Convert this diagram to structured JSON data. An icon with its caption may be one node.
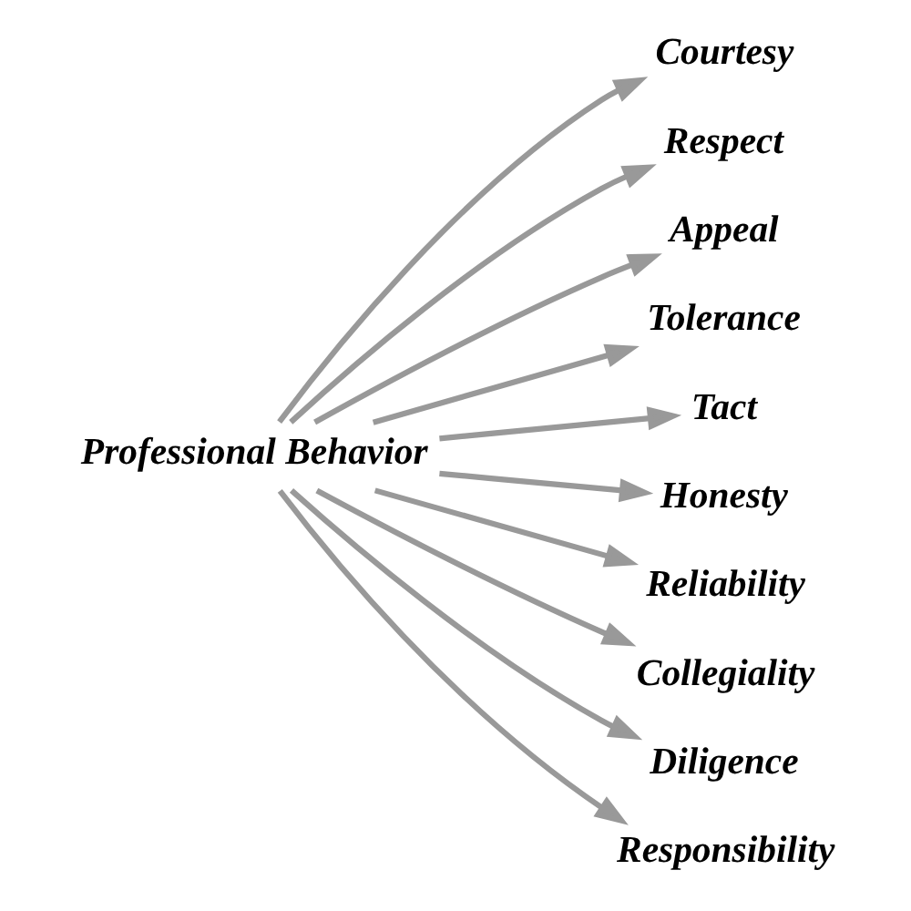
{
  "diagram": {
    "nodes": [
      {
        "text": [
          "Professional Behavior"
        ]
      },
      {
        "text": [
          "Courtesy"
        ]
      },
      {
        "text": [
          "Respect"
        ]
      },
      {
        "text": [
          "Appeal"
        ]
      },
      {
        "text": [
          "Tolerance"
        ]
      },
      {
        "text": [
          "Tact"
        ]
      },
      {
        "text": [
          "Honesty"
        ]
      },
      {
        "text": [
          "Reliability"
        ]
      },
      {
        "text": [
          "Collegiality"
        ]
      },
      {
        "text": [
          "Diligence"
        ]
      },
      {
        "text": [
          "Responsibility"
        ]
      }
    ],
    "edges": [
      {
        "from": 0,
        "to": 1,
        "arrow": "to"
      },
      {
        "from": 0,
        "to": 2,
        "arrow": "to"
      },
      {
        "from": 0,
        "to": 3,
        "arrow": "to"
      },
      {
        "from": 0,
        "to": 4,
        "arrow": "to"
      },
      {
        "from": 0,
        "to": 5,
        "arrow": "to"
      },
      {
        "from": 0,
        "to": 6,
        "arrow": "to"
      },
      {
        "from": 0,
        "to": 7,
        "arrow": "to"
      },
      {
        "from": 0,
        "to": 8,
        "arrow": "to"
      },
      {
        "from": 0,
        "to": 9,
        "arrow": "to"
      },
      {
        "from": 0,
        "to": 10,
        "arrow": "to"
      }
    ]
  }
}
